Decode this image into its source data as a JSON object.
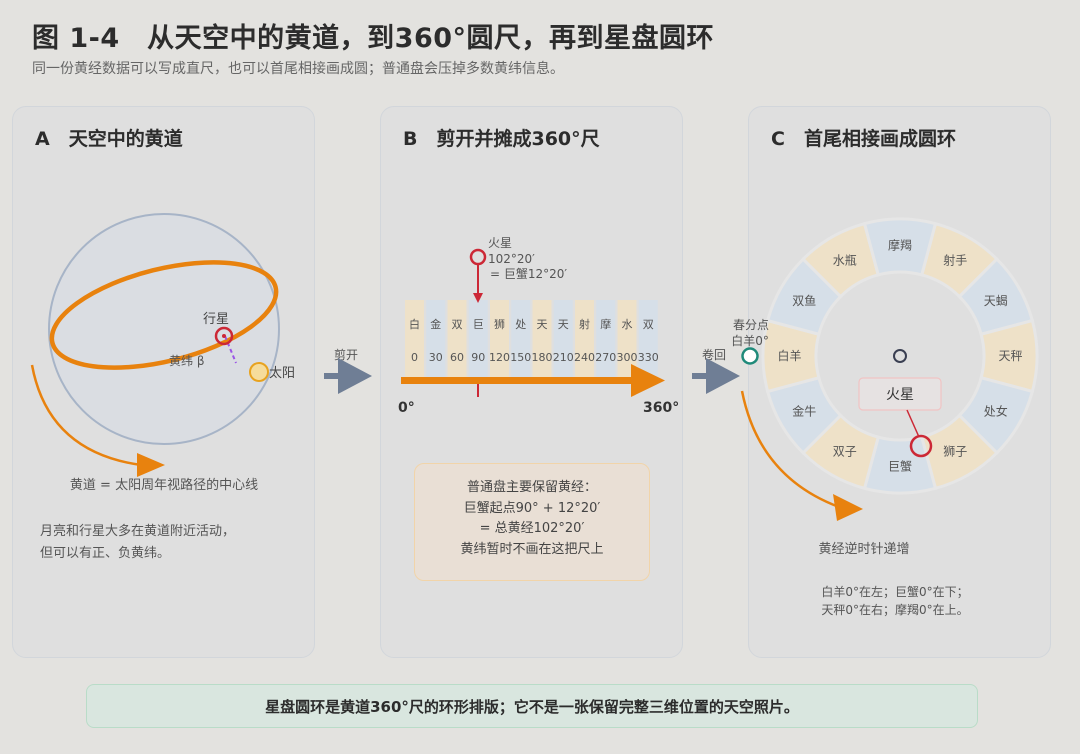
{
  "header": {
    "title": "图 1-4　从天空中的黄道，到360°圆尺，再到星盘圆环",
    "subtitle": "同一份黄经数据可以写成直尺，也可以首尾相接画成圆；普通盘会压掉多数黄纬信息。"
  },
  "panelA": {
    "title": "A　天空中的黄道",
    "planet_label": "行星",
    "latitude_label": "黄纬 β",
    "sun_label": "太阳",
    "caption": "黄道 = 太阳周年视路径的中心线",
    "note_line1": "月亮和行星大多在黄道附近活动，",
    "note_line2": "但可以有正、负黄纬。"
  },
  "arrowAB": {
    "label": "剪开"
  },
  "panelB": {
    "title": "B　剪开并摊成360°尺",
    "mars_line1": "火星",
    "mars_line2": "102°20′",
    "mars_line3": "= 巨蟹12°20′",
    "signs": [
      "白",
      "金",
      "双",
      "巨",
      "狮",
      "处",
      "天",
      "天",
      "射",
      "摩",
      "水",
      "双"
    ],
    "degrees": [
      "0",
      "30",
      "60",
      "90",
      "120",
      "150",
      "180",
      "210",
      "240",
      "270",
      "300",
      "330"
    ],
    "start_label": "0°",
    "end_label": "360°",
    "note_line1": "普通盘主要保留黄经：",
    "note_line2": "巨蟹起点90° + 12°20′",
    "note_line3": "= 总黄经102°20′",
    "note_line4": "黄纬暂时不画在这把尺上"
  },
  "arrowBC": {
    "label": "卷回"
  },
  "panelC": {
    "title": "C　首尾相接画成圆环",
    "equinox_line1": "春分点",
    "equinox_line2": "白羊0°",
    "ring_signs": [
      "射手",
      "天蝎",
      "天秤",
      "处女",
      "狮子",
      "巨蟹",
      "双子",
      "金牛",
      "白羊",
      "双鱼",
      "水瓶",
      "摩羯"
    ],
    "mars_label": "火星",
    "caption": "黄经逆时针递增",
    "note_line1": "白羊0°在左；巨蟹0°在下；",
    "note_line2": "天秤0°在右；摩羯0°在上。"
  },
  "footer": {
    "text": "星盘圆环是黄道360°尺的环形排版；它不是一张保留完整三维位置的天空照片。"
  },
  "colors": {
    "orange": "#e8820e",
    "red": "#cc2836",
    "blue_band": "#d6dfe8",
    "beige_band": "#eee1c8",
    "teal": "#1f8a7a",
    "purple_dash": "#9b55e6",
    "arrow_gray": "#6f7e95"
  }
}
